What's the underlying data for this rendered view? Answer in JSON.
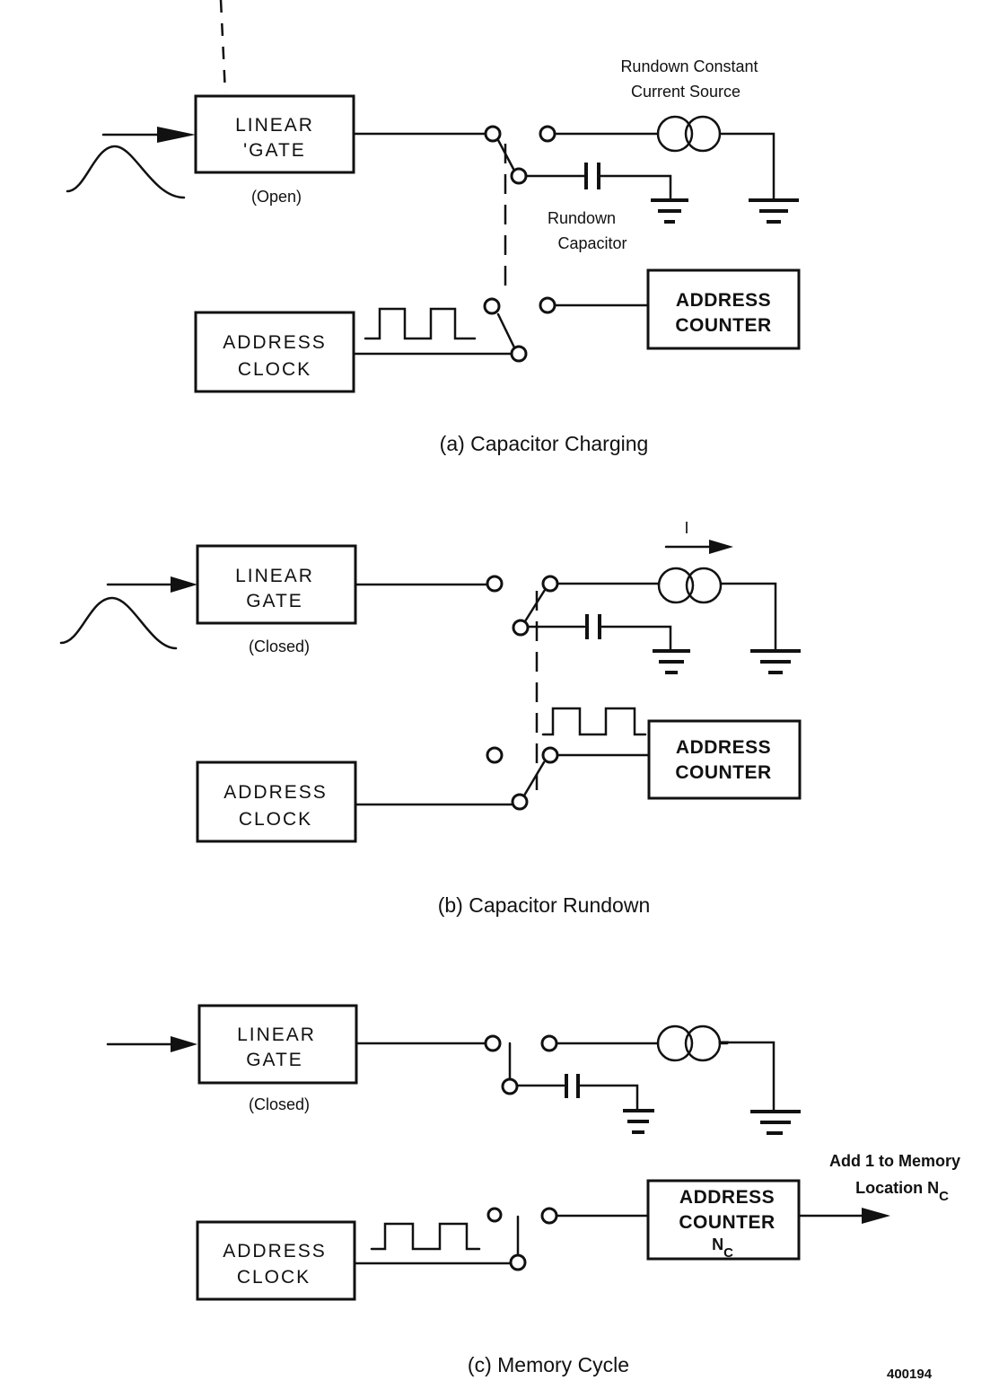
{
  "figure_id": "400194",
  "panels": [
    {
      "caption": "(a) Capacitor Charging",
      "linear_gate": {
        "line1": "LINEAR",
        "line2": "'GATE",
        "state": "(Open)"
      },
      "address_clock": {
        "line1": "ADDRESS",
        "line2": "CLOCK"
      },
      "address_counter": {
        "line1": "ADDRESS",
        "line2": "COUNTER"
      },
      "current_source_label": {
        "line1": "Rundown Constant",
        "line2": "Current Source"
      },
      "capacitor_label": {
        "line1": "Rundown",
        "line2": "Capacitor"
      }
    },
    {
      "caption": "(b) Capacitor Rundown",
      "linear_gate": {
        "line1": "LINEAR",
        "line2": "GATE",
        "state": "(Closed)"
      },
      "address_clock": {
        "line1": "ADDRESS",
        "line2": "CLOCK"
      },
      "address_counter": {
        "line1": "ADDRESS",
        "line2": "COUNTER"
      },
      "current_label": "I"
    },
    {
      "caption": "(c) Memory Cycle",
      "linear_gate": {
        "line1": "LINEAR",
        "line2": "GATE",
        "state": "(Closed)"
      },
      "address_clock": {
        "line1": "ADDRESS",
        "line2": "CLOCK"
      },
      "address_counter": {
        "line1": "ADDRESS",
        "line2": "COUNTER",
        "line3": "N",
        "line3_sub": "C"
      },
      "output_label": {
        "line1": "Add 1 to Memory",
        "line2": "Location N",
        "line2_sub": "C"
      }
    }
  ]
}
